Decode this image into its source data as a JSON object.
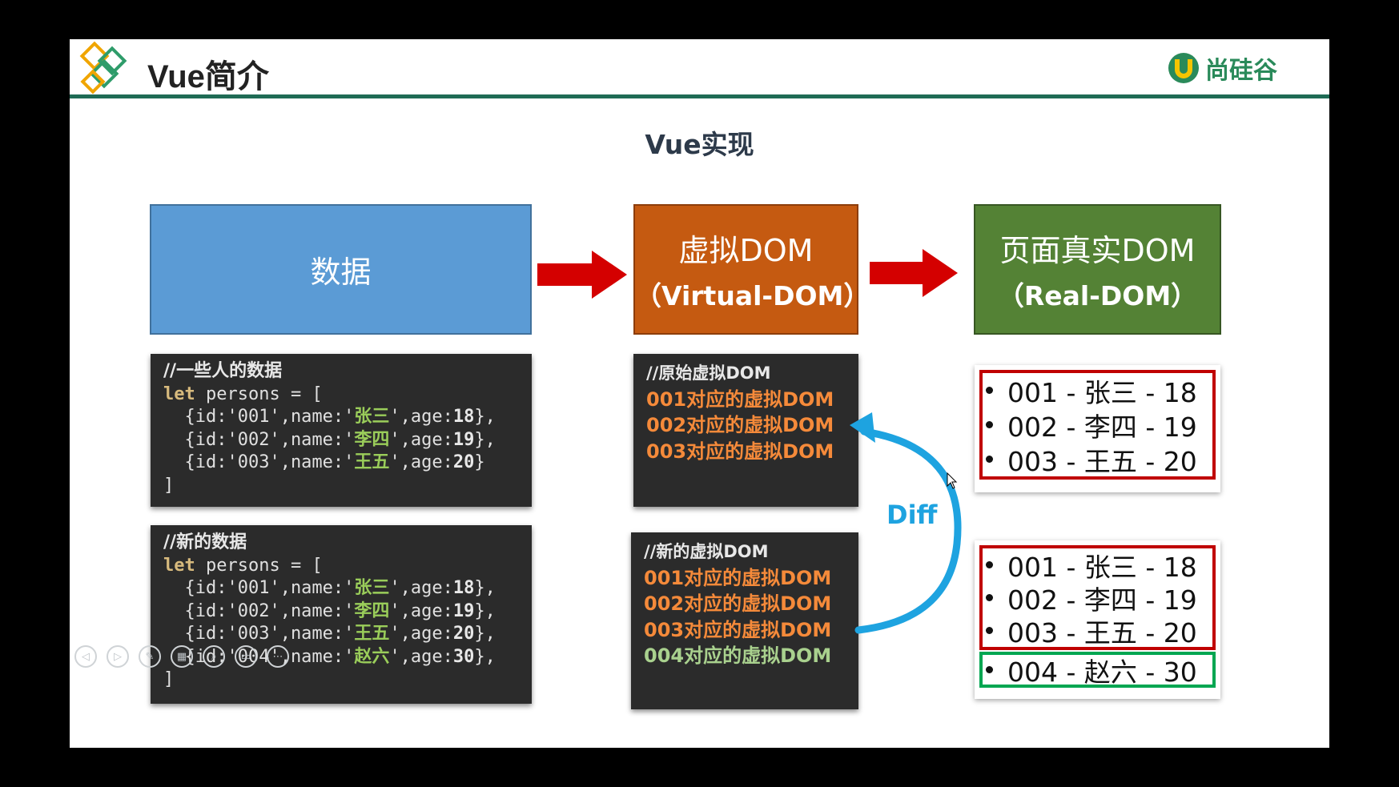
{
  "header": {
    "title": "Vue简介",
    "brand": "尚硅谷"
  },
  "section_title": "Vue实现",
  "boxes": {
    "data": "数据",
    "vdom_line1": "虚拟DOM",
    "vdom_line2": "（Virtual-DOM）",
    "rdom_line1": "页面真实DOM",
    "rdom_line2": "（Real-DOM）"
  },
  "code_old": {
    "comment": "//一些人的数据",
    "decl_kw": "let",
    "decl_rest": " persons = [",
    "rows": [
      {
        "pre": "  {id:'001',name:'",
        "name": "张三",
        "mid": "',age:",
        "age": "18",
        "post": "},"
      },
      {
        "pre": "  {id:'002',name:'",
        "name": "李四",
        "mid": "',age:",
        "age": "19",
        "post": "},"
      },
      {
        "pre": "  {id:'003',name:'",
        "name": "王五",
        "mid": "',age:",
        "age": "20",
        "post": "}"
      }
    ],
    "close": "]"
  },
  "code_new": {
    "comment": "//新的数据",
    "decl_kw": "let",
    "decl_rest": " persons = [",
    "rows": [
      {
        "pre": "  {id:'001',name:'",
        "name": "张三",
        "mid": "',age:",
        "age": "18",
        "post": "},"
      },
      {
        "pre": "  {id:'002',name:'",
        "name": "李四",
        "mid": "',age:",
        "age": "19",
        "post": "},"
      },
      {
        "pre": "  {id:'003',name:'",
        "name": "王五",
        "mid": "',age:",
        "age": "20",
        "post": "},"
      },
      {
        "pre": "  {id:'004',name:'",
        "name": "赵六",
        "mid": "',age:",
        "age": "30",
        "post": "},"
      }
    ],
    "close": "]"
  },
  "vdom_old": {
    "comment": "//原始虚拟DOM",
    "lines": [
      "001对应的虚拟DOM",
      "002对应的虚拟DOM",
      "003对应的虚拟DOM"
    ]
  },
  "vdom_new": {
    "comment": "//新的虚拟DOM",
    "lines": [
      "001对应的虚拟DOM",
      "002对应的虚拟DOM",
      "003对应的虚拟DOM"
    ],
    "added": "004对应的虚拟DOM"
  },
  "diff_label": "Diff",
  "real_old": [
    "001 - 张三 - 18",
    "002 - 李四 - 19",
    "003 - 王五 - 20"
  ],
  "real_new": [
    "001 - 张三 - 18",
    "002 - 李四 - 19",
    "003 - 王五 - 20"
  ],
  "real_new_added": "004 - 赵六 - 30",
  "colors": {
    "data_box": "#5b9bd5",
    "vdom_box": "#c55a11",
    "rdom_box": "#548235",
    "arrow": "#d40000",
    "diff": "#1ea3e0",
    "old_frame": "#c00000",
    "new_frame": "#00a651"
  },
  "toolbar_icons": [
    "prev-icon",
    "next-icon",
    "pen-icon",
    "pages-icon",
    "zoom-icon",
    "screen-icon",
    "more-icon"
  ]
}
